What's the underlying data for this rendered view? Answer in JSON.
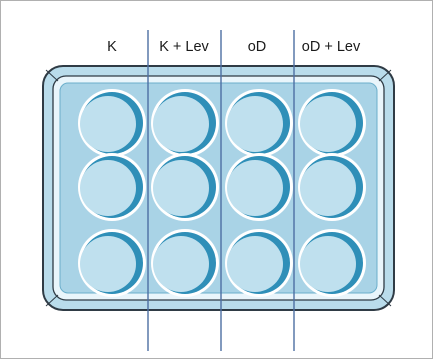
{
  "diagram": {
    "columns": [
      {
        "label": "K"
      },
      {
        "label": "K + Lev"
      },
      {
        "label": "oD"
      },
      {
        "label": "oD + Lev"
      }
    ],
    "rows": 3,
    "well_count": 12,
    "colors": {
      "frame_border": "#b0b0b0",
      "plate_outer": "#b9dceb",
      "plate_outline": "#2f3b45",
      "plate_inner": "#a9d3e6",
      "plate_inner_light": "#e9f5fb",
      "well_fill": "#bfe0ee",
      "well_shadow": "#2f8fb8",
      "well_rim": "#ffffff",
      "divider": "#4d6fa3",
      "label_text": "#1a1a1a"
    }
  }
}
